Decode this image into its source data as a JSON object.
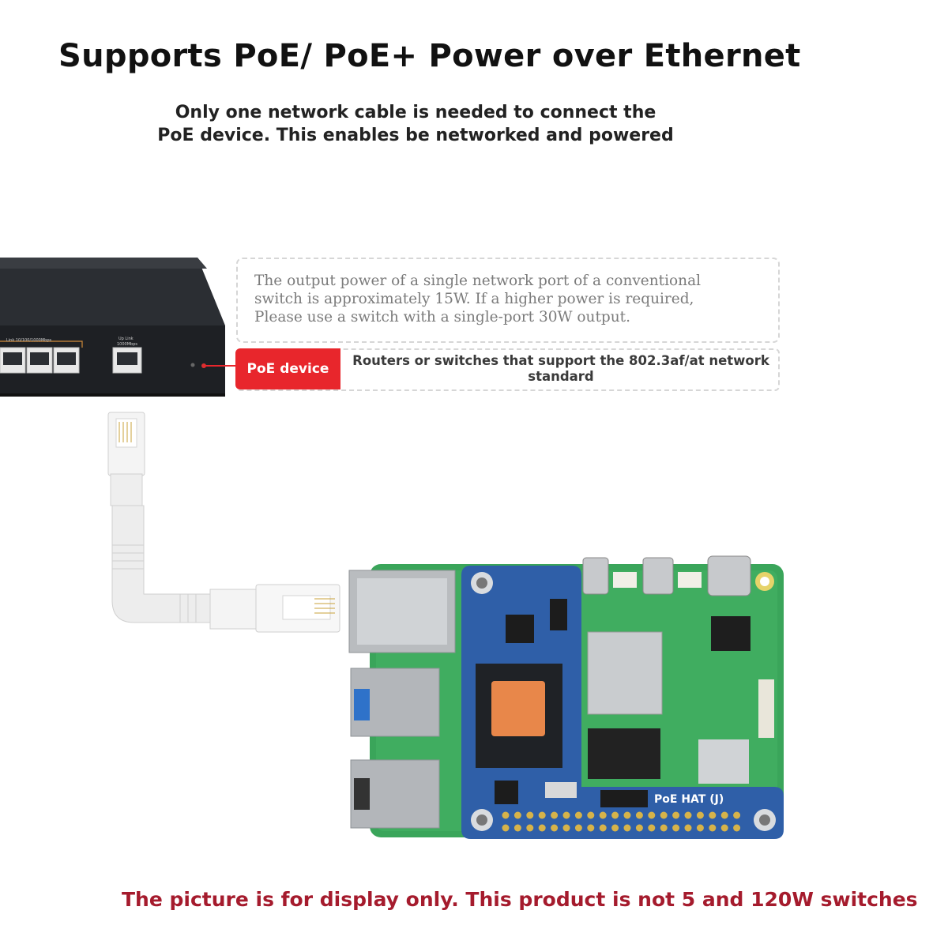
{
  "title": "Supports PoE/ PoE+ Power over Ethernet",
  "subtitle_line1": "Only one network cable is needed to connect the",
  "subtitle_line2": "PoE device. This enables  be networked and powered",
  "note_line1": "The output power of a single network port of a conventional",
  "note_line2": "switch is approximately 15W. If a higher power is required,",
  "note_line3": "Please use a switch with a single-port 30W output.",
  "poe_tag": "PoE device",
  "poe_desc": "Routers or switches that support the 802.3af/at network standard",
  "board_label": "PoE HAT (J)",
  "switch_label_left": "Link  10/100/1000Mbps",
  "switch_label_uplink": "Up Link",
  "switch_label_speed": "1000Mbps",
  "footer": "The picture is for display only. This product is not  5 and 120W switches",
  "colors": {
    "red_tag": "#e8262c",
    "footer_text": "#a51b2d",
    "hat_blue": "#2f5fa8",
    "pi_green": "#3aa55a"
  }
}
